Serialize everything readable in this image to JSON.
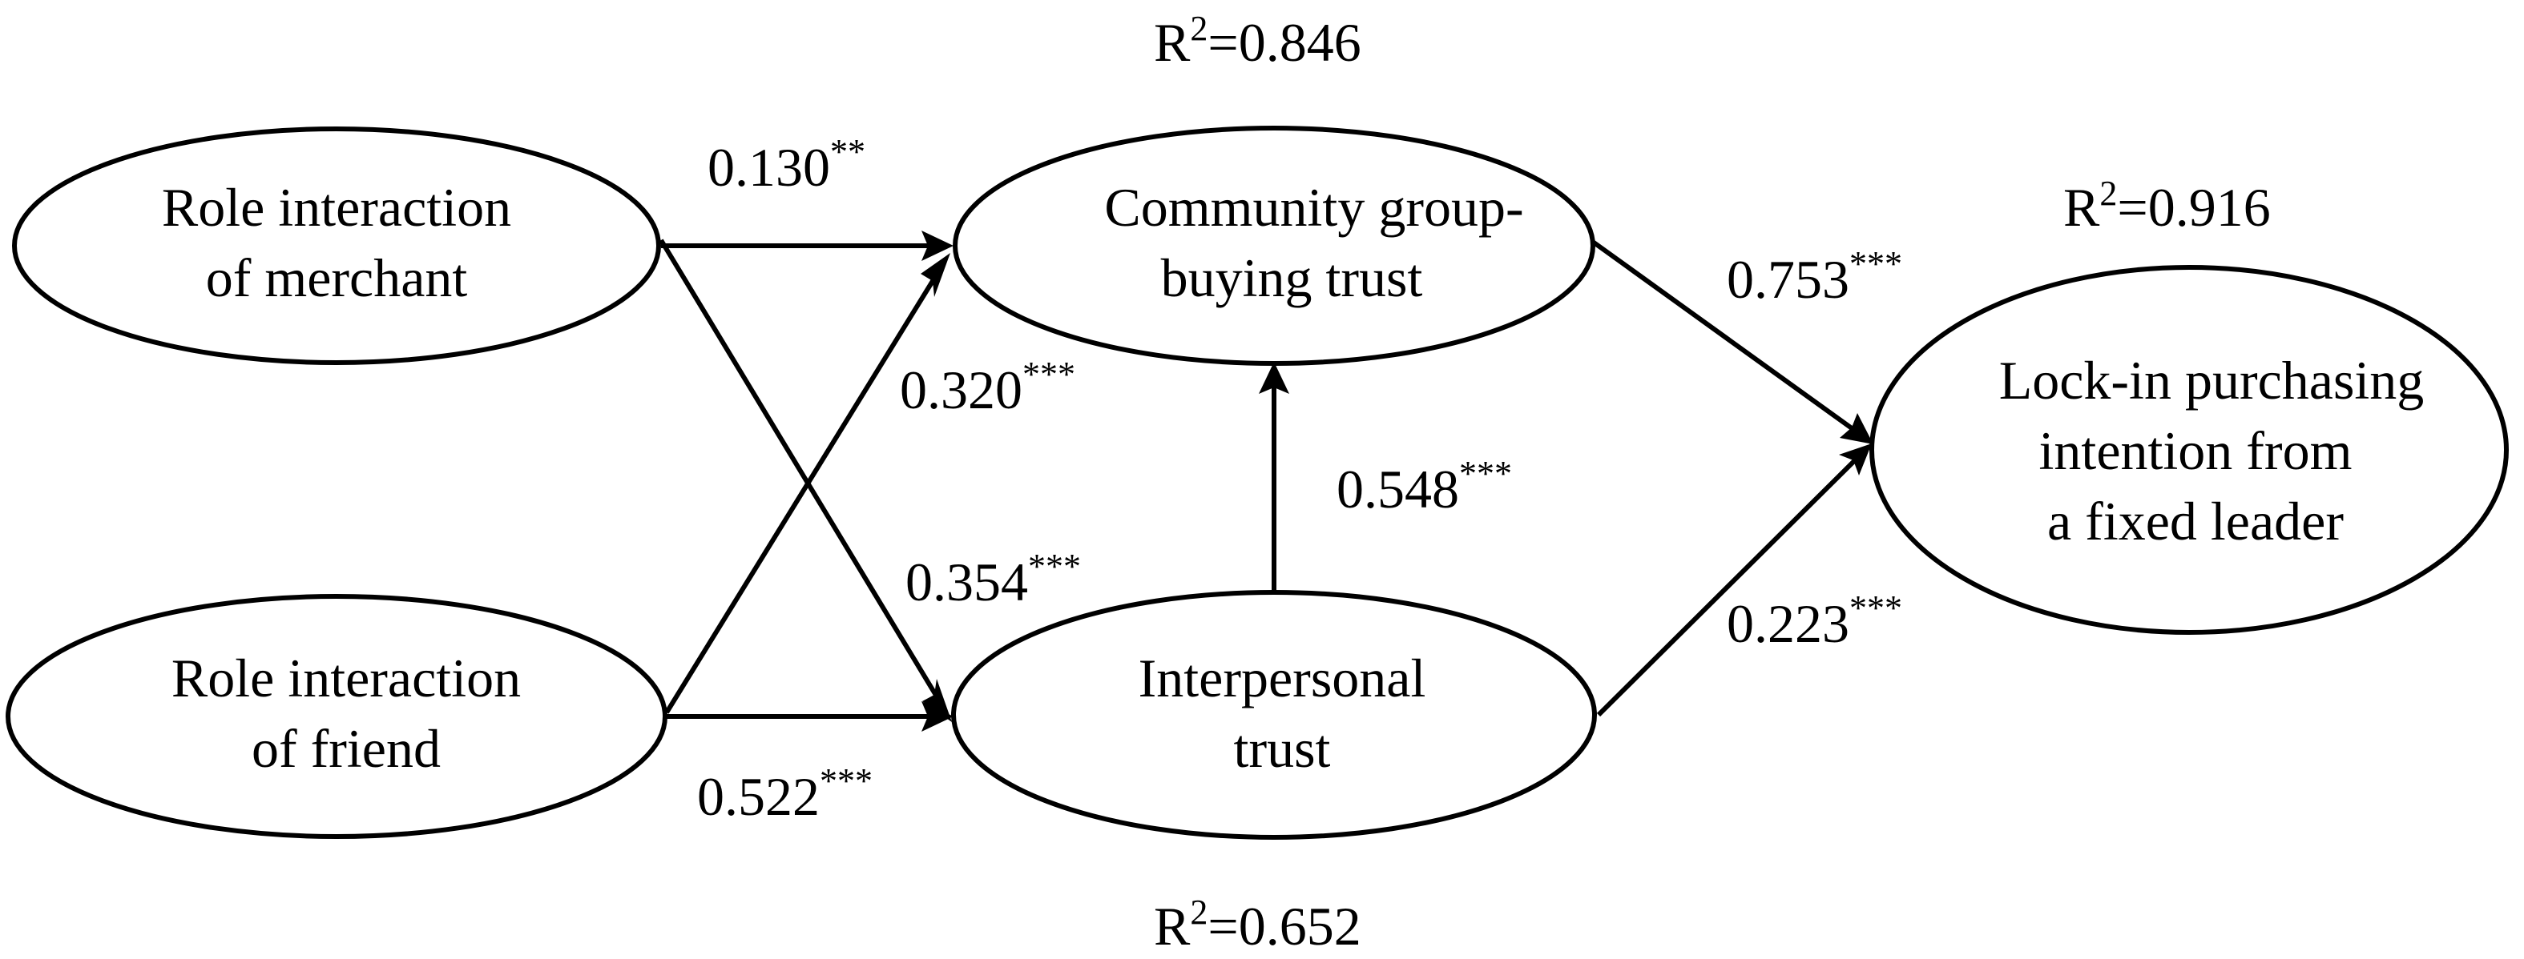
{
  "nodes": {
    "merchant": {
      "line1": "Role interaction",
      "line2": "of merchant"
    },
    "friend": {
      "line1": "Role interaction",
      "line2": "of friend"
    },
    "community": {
      "line1": "Community group-",
      "line2": "buying trust",
      "r2_prefix": "R",
      "r2_exp": "2",
      "r2_value": "=0.846"
    },
    "interpersonal": {
      "line1": "Interpersonal",
      "line2": "trust",
      "r2_prefix": "R",
      "r2_exp": "2",
      "r2_value": "=0.652"
    },
    "lockin": {
      "line1": "Lock-in purchasing",
      "line2": "intention from",
      "line3": "a fixed leader",
      "r2_prefix": "R",
      "r2_exp": "2",
      "r2_value": "=0.916"
    }
  },
  "paths": {
    "merchant_to_community": {
      "coef": "0.130",
      "sig": "**"
    },
    "friend_to_community": {
      "coef": "0.320",
      "sig": "***"
    },
    "merchant_to_interpersonal": {
      "coef": "0.354",
      "sig": "***"
    },
    "friend_to_interpersonal": {
      "coef": "0.522",
      "sig": "***"
    },
    "interpersonal_to_community": {
      "coef": "0.548",
      "sig": "***"
    },
    "community_to_lockin": {
      "coef": "0.753",
      "sig": "***"
    },
    "interpersonal_to_lockin": {
      "coef": "0.223",
      "sig": "***"
    }
  }
}
